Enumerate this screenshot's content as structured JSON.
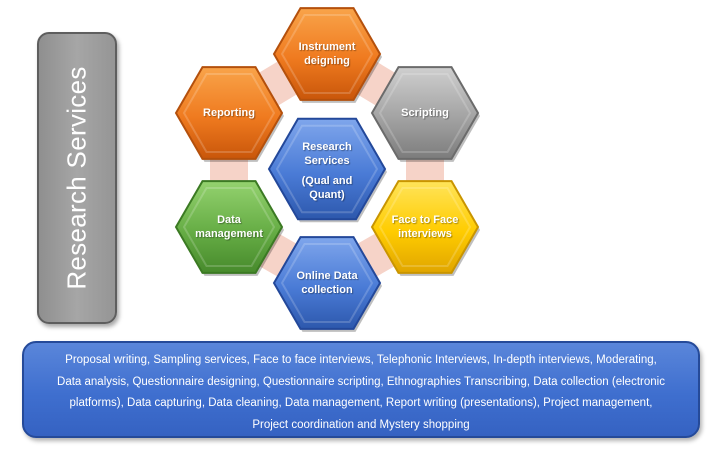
{
  "side_title": "Research Services",
  "hexagons": [
    {
      "id": "instrument",
      "lines": [
        "Instrument",
        "deigning"
      ],
      "color": "orange"
    },
    {
      "id": "scripting",
      "lines": [
        "Scripting"
      ],
      "color": "gray"
    },
    {
      "id": "face-to-face",
      "lines": [
        "Face to Face",
        "interviews"
      ],
      "color": "yellow"
    },
    {
      "id": "online-data",
      "lines": [
        "Online Data",
        "collection"
      ],
      "color": "blue"
    },
    {
      "id": "data-management",
      "lines": [
        "Data",
        "management"
      ],
      "color": "green"
    },
    {
      "id": "reporting",
      "lines": [
        "Reporting"
      ],
      "color": "orange"
    },
    {
      "id": "center",
      "lines": [
        "Research",
        "Services",
        "(Qual and",
        "Quant)"
      ],
      "color": "blue"
    }
  ],
  "colors": {
    "orange": "#f07c22",
    "gray": "#a2a2a2",
    "yellow": "#ffcc00",
    "blue": "#4a7bd6",
    "green": "#6ab04c",
    "connector": "#f6d3c8"
  },
  "services": [
    "Proposal writing, Sampling services, Face to  face interviews, Telephonic Interviews, In-depth interviews, Moderating,",
    "Data analysis, Questionnaire designing, Questionnaire scripting, Ethnographies Transcribing, Data collection (electronic",
    "platforms), Data capturing, Data cleaning, Data management, Report writing (presentations), Project management,",
    "Project coordination and Mystery shopping"
  ]
}
